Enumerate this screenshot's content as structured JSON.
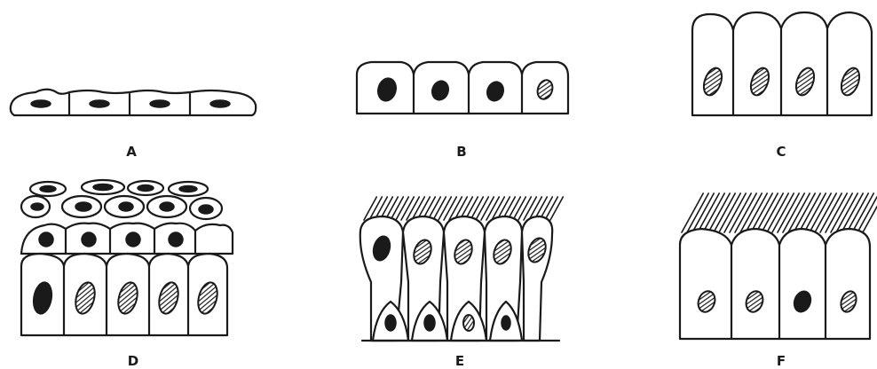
{
  "diagram": {
    "panels": [
      {
        "id": "A",
        "label": "A"
      },
      {
        "id": "B",
        "label": "B"
      },
      {
        "id": "C",
        "label": "C"
      },
      {
        "id": "D",
        "label": "D"
      },
      {
        "id": "E",
        "label": "E"
      },
      {
        "id": "F",
        "label": "F"
      }
    ]
  },
  "colors": {
    "ink": "#1a1a1a",
    "background": "#ffffff"
  }
}
